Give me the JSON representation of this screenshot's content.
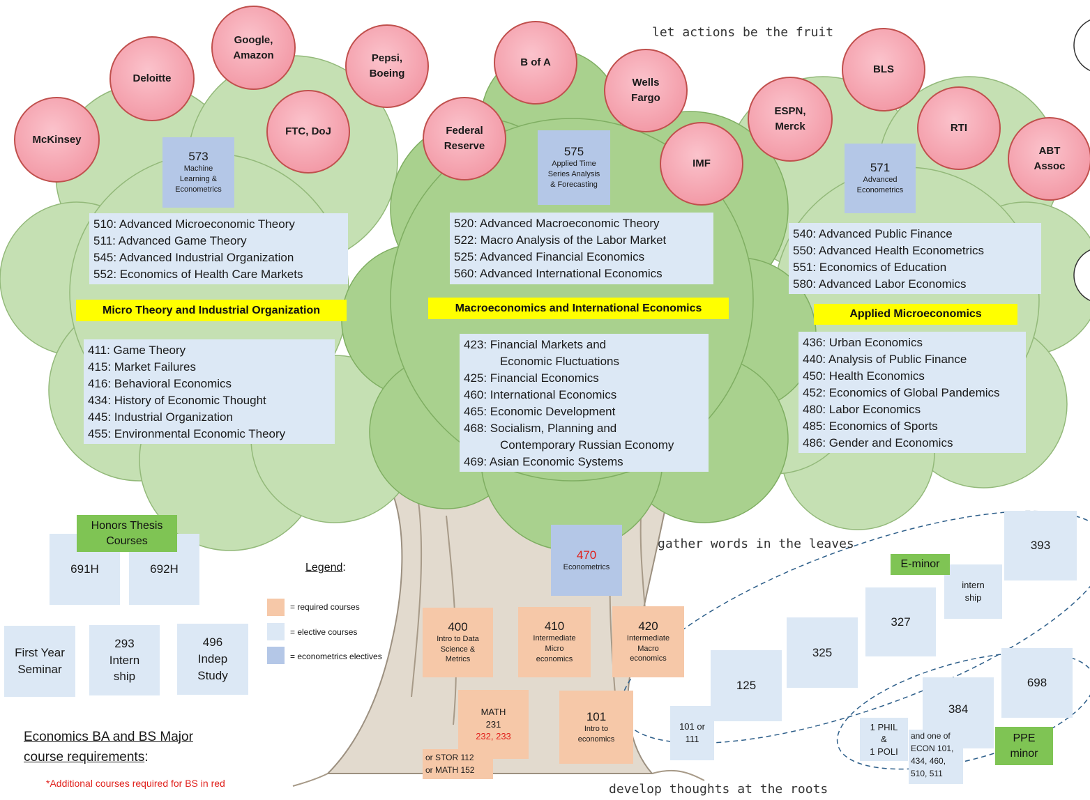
{
  "fruits": [
    "McKinsey",
    "Deloitte",
    "Google,\nAmazon",
    "FTC, DoJ",
    "Pepsi,\nBoeing",
    "B of A",
    "Wells\nFargo",
    "Federal\nReserve",
    "IMF",
    "ESPN,\nMerck",
    "BLS",
    "RTI",
    "ABT\nAssoc"
  ],
  "taglines": {
    "top": "let actions be the fruit",
    "middle": "gather words in the leaves",
    "bottom": "develop thoughts at the roots"
  },
  "grad_electives": {
    "c573": {
      "num": "573",
      "title": "Machine\nLearning &\nEconometrics"
    },
    "c575": {
      "num": "575",
      "title": "Applied Time\nSeries Analysis\n& Forecasting"
    },
    "c571": {
      "num": "571",
      "title": "Advanced\nEconometrics"
    }
  },
  "micro": {
    "header": "Micro Theory and Industrial Organization",
    "upper": [
      "510: Advanced Microeconomic Theory",
      "511: Advanced Game Theory",
      "545: Advanced Industrial Organization",
      "552: Economics of Health Care Markets"
    ],
    "lower": [
      "411: Game Theory",
      "415: Market Failures",
      "416: Behavioral Economics",
      "434: History of Economic Thought",
      "445: Industrial Organization",
      "455: Environmental Economic Theory"
    ]
  },
  "macro": {
    "header": "Macroeconomics and International Economics",
    "upper": [
      "520: Advanced Macroeconomic Theory",
      "522: Macro Analysis of the Labor Market",
      "525: Advanced Financial Economics",
      "560: Advanced International Economics"
    ],
    "lower": [
      "423: Financial Markets and",
      "           Economic Fluctuations",
      "425: Financial Economics",
      "460: International Economics",
      "465: Economic Development",
      "468: Socialism, Planning and",
      "           Contemporary Russian Economy",
      "469: Asian Economic Systems"
    ]
  },
  "applied": {
    "header": "Applied Microeconomics",
    "upper": [
      "540: Advanced Public Finance",
      "550: Advanced Health Econometrics",
      "551: Economics of Education",
      "580: Advanced Labor Economics"
    ],
    "lower": [
      "436: Urban Economics",
      "440: Analysis of Public Finance",
      "450: Health Economics",
      "452: Economics of Global Pandemics",
      "480: Labor Economics",
      "485: Economics of Sports",
      "486: Gender and Economics"
    ]
  },
  "econometrics": {
    "num": "470",
    "title": "Econometrics",
    "num_color": "#e0201b"
  },
  "required": {
    "c400": {
      "num": "400",
      "title": "Intro to Data\nScience &\nMetrics"
    },
    "c410": {
      "num": "410",
      "title": "Intermediate\nMicro\neconomics"
    },
    "c420": {
      "num": "420",
      "title": "Intermediate\nMacro\neconomics"
    },
    "math": {
      "line1": "MATH",
      "line2": "231",
      "red": "232, 233",
      "alt": "or STOR 112\nor MATH 152"
    },
    "c101": {
      "num": "101",
      "title": "Intro to\neconomics"
    }
  },
  "honors": {
    "label": "Honors Thesis\nCourses",
    "courses": [
      "691H",
      "692H"
    ]
  },
  "other_courses": {
    "fys": "First Year\nSeminar",
    "c293": "293\nIntern\nship",
    "c496": "496\nIndep\nStudy"
  },
  "legend": {
    "title": "Legend",
    "colon": ":",
    "items": [
      {
        "label": "= required courses",
        "color": "#f6c8a8"
      },
      {
        "label": "= elective courses",
        "color": "#dce8f5"
      },
      {
        "label": "= econometrics electives",
        "color": "#b4c7e7"
      }
    ]
  },
  "requirements": {
    "title_line1": "Economics BA and BS Major",
    "title_line2": "course requirements",
    "colon": ":",
    "note": "*Additional courses required for BS in red"
  },
  "eminor": {
    "label": "E-minor",
    "courses": [
      "101 or\n111",
      "125",
      "325",
      "327",
      "intern\nship",
      "393"
    ]
  },
  "ppe": {
    "label": "PPE\nminor",
    "phil": "1 PHIL\n&\n1 POLI",
    "c384": "384",
    "econ_note": "and one of\nECON 101,\n434, 460,\n510, 511",
    "c698": "698"
  },
  "colors": {
    "canopy_light": "#c5e0b3",
    "canopy_mid": "#a9d18e",
    "trunk": "#d8cfbf",
    "fruit": "#f4a3ae",
    "highlight": "#ffff00",
    "badge": "#7fc454"
  }
}
